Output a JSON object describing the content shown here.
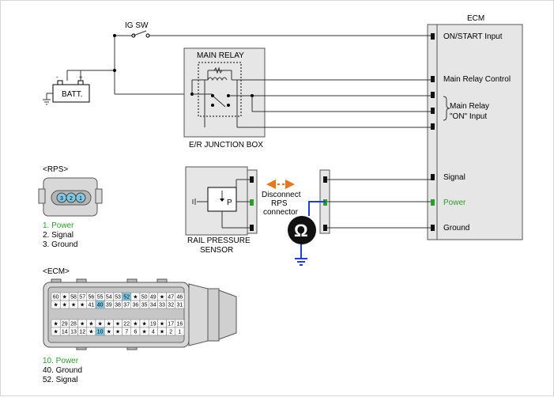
{
  "ig_sw": "IG SW",
  "battery": "BATT.",
  "main_relay": "MAIN RELAY",
  "junction_box": "E/R JUNCTION BOX",
  "ecm_title": "ECM",
  "ecm_pins": {
    "on_start": "ON/START Input",
    "main_relay_control": "Main Relay Control",
    "main_relay_on_1": "Main Relay",
    "main_relay_on_2": "\"ON\" Input",
    "signal": "Signal",
    "power": "Power",
    "ground": "Ground"
  },
  "rps_header": "<RPS>",
  "rps_pins": [
    "1. Power",
    "2. Signal",
    "3. Ground"
  ],
  "rps_connector_numbers": [
    "3",
    "2",
    "1"
  ],
  "sensor_label_1": "RAIL PRESSURE",
  "sensor_label_2": "SENSOR",
  "sensor_symbol": "P",
  "disconnect_1": "Disconnect",
  "disconnect_2": "RPS",
  "disconnect_3": "connector",
  "ohm_symbol": "Ω",
  "ecm_conn_header": "<ECM>",
  "ecm_conn_pins": [
    "10. Power",
    "40. Ground",
    "52. Signal"
  ],
  "ecm_row1": [
    "60",
    "★",
    "58",
    "57",
    "56",
    "55",
    "54",
    "53",
    "52",
    "★",
    "50",
    "49",
    "★",
    "47",
    "46"
  ],
  "ecm_row2": [
    "★",
    "★",
    "★",
    "★",
    "41",
    "40",
    "39",
    "38",
    "37",
    "36",
    "35",
    "34",
    "33",
    "32",
    "31"
  ],
  "ecm_row3": [
    "★",
    "29",
    "28",
    "★",
    "★",
    "★",
    "★",
    "★",
    "22",
    "★",
    "★",
    "19",
    "★",
    "17",
    "16"
  ],
  "ecm_row4": [
    "★",
    "14",
    "13",
    "12",
    "★",
    "10",
    "★",
    "★",
    "7",
    "6",
    "★",
    "4",
    "★",
    "2",
    "1"
  ],
  "ecm_highlight": [
    "52",
    "40",
    "10"
  ],
  "colors": {
    "highlight": "#7fc8e3",
    "power_green": "#2a9d2a",
    "probe_blue": "#1f3fd6",
    "arrow_orange": "#e8761e"
  }
}
